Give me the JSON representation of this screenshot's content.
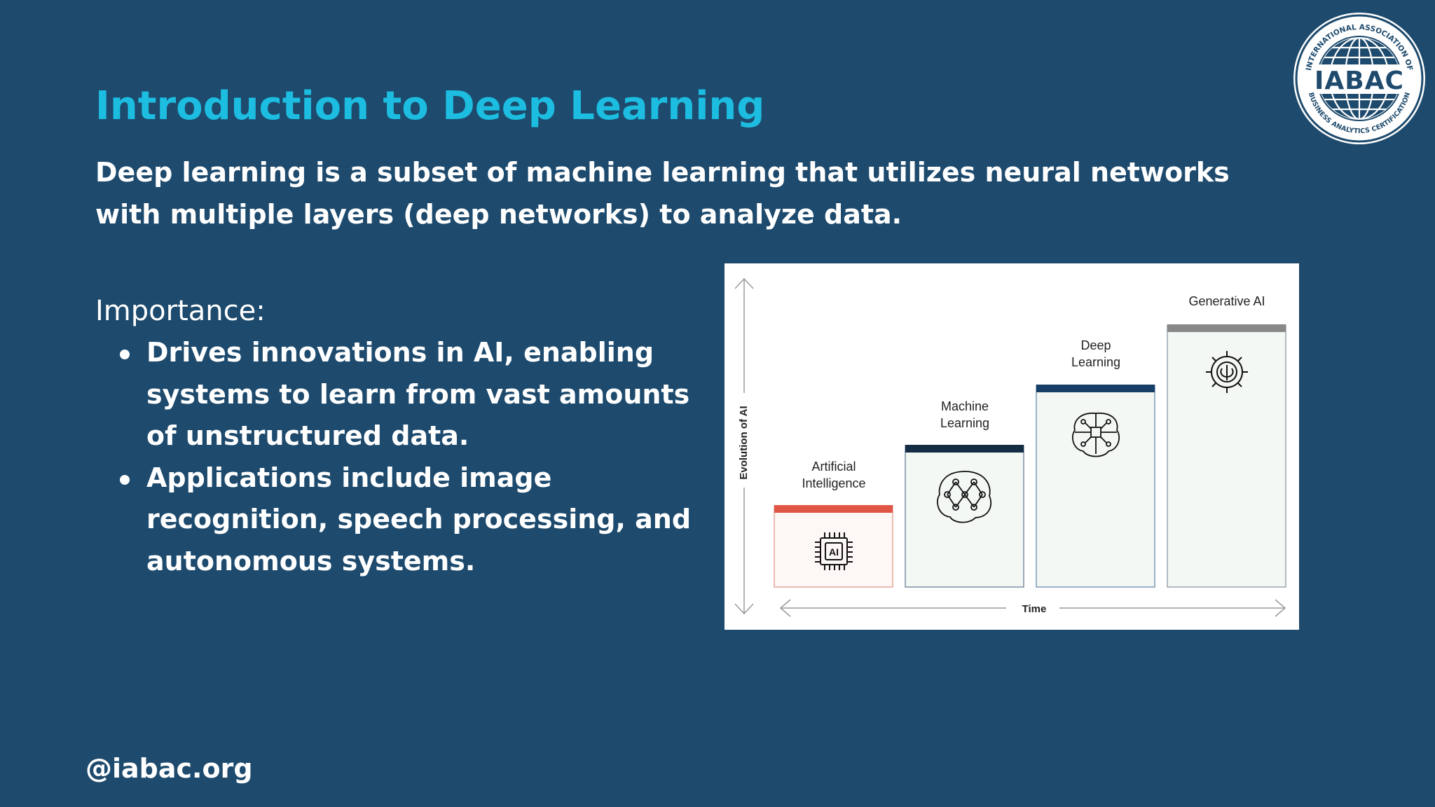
{
  "slide": {
    "title": "Introduction to Deep Learning",
    "subtitle": "Deep learning is a subset of machine learning that utilizes neural networks with multiple layers (deep networks) to analyze data.",
    "importance_heading": "Importance:",
    "bullets": [
      "Drives innovations in AI, enabling systems to learn from vast amounts of unstructured data.",
      "Applications include image recognition, speech processing, and autonomous systems."
    ],
    "handle": "@iabac.org"
  },
  "logo": {
    "text": "IABAC",
    "ring_top": "INTERNATIONAL ASSOCIATION OF",
    "ring_bottom": "BUSINESS ANALYTICS CERTIFICATION"
  },
  "diagram": {
    "y_axis_label": "Evolution of AI",
    "x_axis_label": "Time",
    "stages": [
      {
        "label_lines": [
          "Artificial",
          "Intelligence"
        ],
        "icon": "ai-chip-icon",
        "accent": "#e05545",
        "level": 1
      },
      {
        "label_lines": [
          "Machine",
          "Learning"
        ],
        "icon": "neural-network-icon",
        "accent": "#152c45",
        "level": 2
      },
      {
        "label_lines": [
          "Deep",
          "Learning"
        ],
        "icon": "circuit-brain-icon",
        "accent": "#163e66",
        "level": 3
      },
      {
        "label_lines": [
          "Generative AI"
        ],
        "icon": "gear-brain-icon",
        "accent": "#888888",
        "level": 4
      }
    ]
  },
  "colors": {
    "background": "#1d4a6d",
    "title": "#1cbde0",
    "text": "#ffffff"
  }
}
